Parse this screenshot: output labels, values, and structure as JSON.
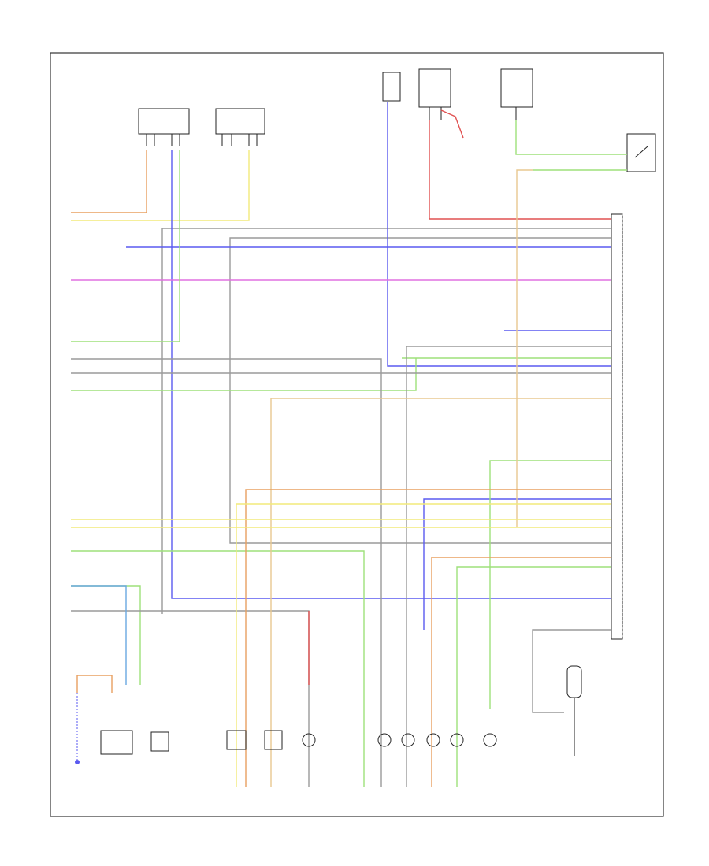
{
  "diagram": {
    "title": "",
    "footer_left": "",
    "footer_center": "",
    "colors": {
      "red": "#e05050",
      "orange": "#e8a060",
      "yellow": "#f2ea7a",
      "green": "#9ee07a",
      "blue": "#5a5af0",
      "violet": "#e070e0",
      "gray": "#9a9a9a",
      "tan": "#e8c890",
      "lightblue": "#6aa8e0"
    },
    "components": [
      {
        "id": "switch-left"
      },
      {
        "id": "switch-right"
      },
      {
        "id": "top-relay-left"
      },
      {
        "id": "top-relay-right"
      },
      {
        "id": "module-right"
      },
      {
        "id": "pcm-connector"
      },
      {
        "id": "bottom-sensor-1"
      },
      {
        "id": "bottom-sensor-2"
      },
      {
        "id": "bottom-sensor-3"
      },
      {
        "id": "bottom-sensor-4"
      },
      {
        "id": "bottom-solenoids"
      },
      {
        "id": "bottom-right-sensor"
      }
    ]
  }
}
